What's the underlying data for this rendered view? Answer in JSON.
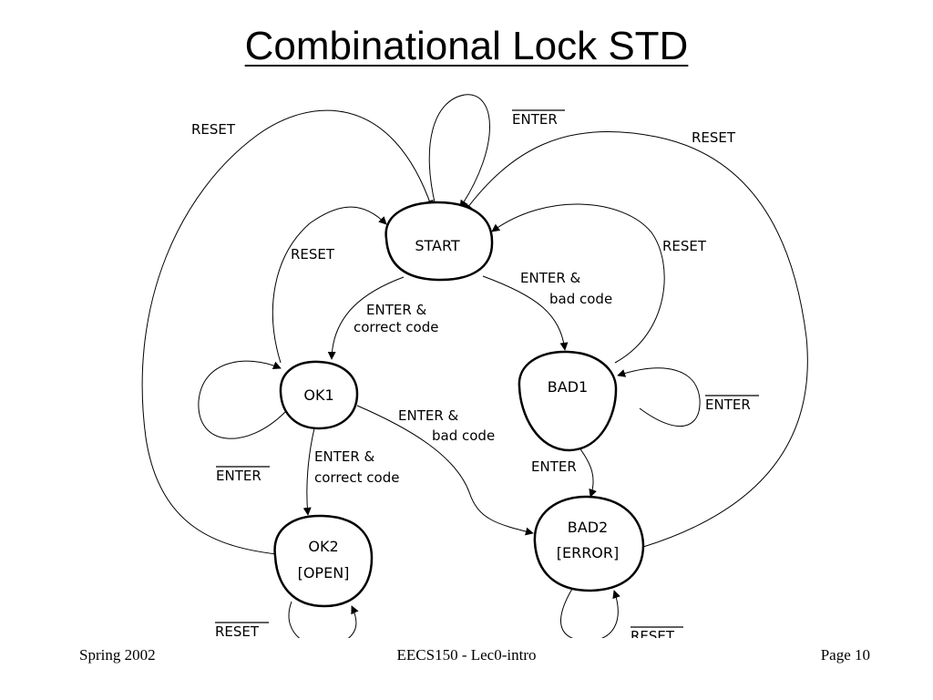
{
  "slide": {
    "title": "Combinational Lock STD"
  },
  "states": {
    "start": "START",
    "ok1": "OK1",
    "bad1": "BAD1",
    "ok2": {
      "line1": "OK2",
      "line2": "[OPEN]"
    },
    "bad2": {
      "line1": "BAD2",
      "line2": "[ERROR]"
    }
  },
  "labels": {
    "reset_top_left": "RESET",
    "reset_top_right": "RESET",
    "reset_inner_left": "RESET",
    "reset_inner_right": "RESET",
    "not_enter_start": "ENTER",
    "not_enter_bad1": "ENTER",
    "not_enter_ok1": "ENTER",
    "not_reset_ok2": "RESET",
    "not_reset_bad2": "RESET",
    "enter_correct_1": {
      "line1": "ENTER &",
      "line2": "correct code"
    },
    "enter_bad_1": {
      "line1": "ENTER &",
      "line2": "bad code"
    },
    "enter_bad_2": {
      "line1": "ENTER &",
      "line2": "bad code"
    },
    "enter_correct_2": {
      "line1": "ENTER &",
      "line2": "correct code"
    },
    "enter_bad1_bad2": "ENTER"
  },
  "footer": {
    "left": "Spring 2002",
    "center": "EECS150 - Lec0-intro",
    "right": "Page 10"
  }
}
